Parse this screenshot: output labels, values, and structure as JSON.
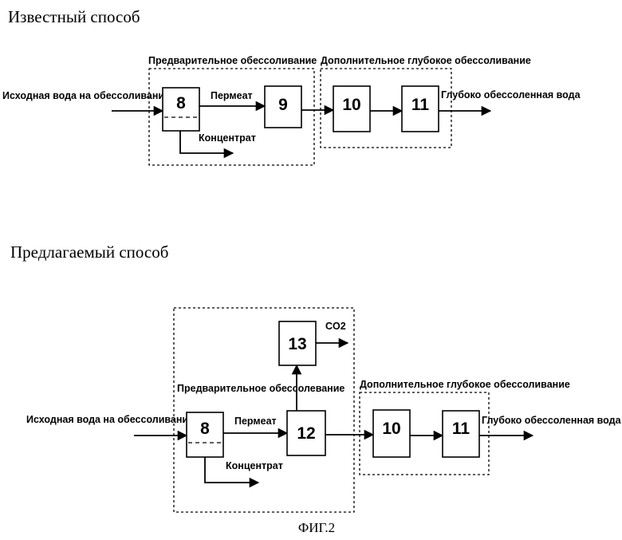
{
  "top": {
    "title": "Известный способ",
    "pre_label": "Предварительное обессоливание",
    "deep_label": "Дополнительное глубокое обессоливание",
    "input_label": "Исходная вода на обессоливание",
    "permeate_label": "Пермеат",
    "concentrate_label": "Концентрат",
    "output_label": "Глубоко обессоленная вода",
    "boxes": {
      "b8": "8",
      "b9": "9",
      "b10": "10",
      "b11": "11"
    }
  },
  "bottom": {
    "title": "Предлагаемый способ",
    "pre_label": "Предварительное обессолевание",
    "deep_label": "Дополнительное глубокое обессоливание",
    "input_label": "Исходная вода на обессоливание",
    "permeate_label": "Пермеат",
    "concentrate_label": "Концентрат",
    "co2_label": "CO2",
    "output_label": "Глубоко обессоленная вода",
    "boxes": {
      "b8": "8",
      "b12": "12",
      "b13": "13",
      "b10": "10",
      "b11": "11"
    }
  },
  "figure_caption": "ФИГ.2"
}
